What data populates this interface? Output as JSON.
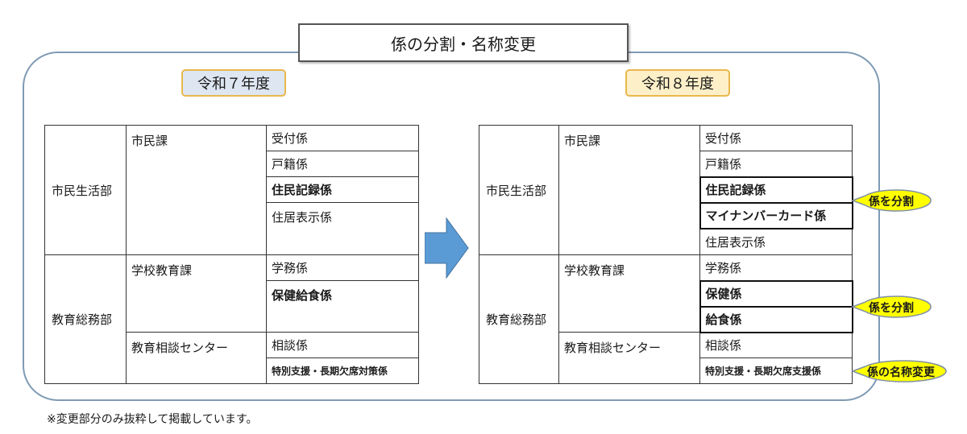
{
  "title": "係の分割・名称変更",
  "before_label": "令和７年度",
  "after_label": "令和８年度",
  "before": {
    "dept1": "市民生活部",
    "dept2": "教育総務部",
    "sec1": "市民課",
    "sec2": "学校教育課",
    "sec3": "教育相談センター",
    "rows": [
      "受付係",
      "戸籍係",
      "住民記録係",
      "住居表示係",
      "学務係",
      "保健給食係",
      "相談係",
      "特別支援・長期欠席対策係"
    ]
  },
  "after": {
    "dept1": "市民生活部",
    "dept2": "教育総務部",
    "sec1": "市民課",
    "sec2": "学校教育課",
    "sec3": "教育相談センター",
    "rows": [
      "受付係",
      "戸籍係",
      "住民記録係",
      "マイナンバーカード係",
      "住居表示係",
      "学務係",
      "保健係",
      "給食係",
      "相談係",
      "特別支援・長期欠席支援係"
    ]
  },
  "callouts": [
    "係を分割",
    "係を分割",
    "係の名称変更"
  ],
  "colors": {
    "frame": "#7f9ab4",
    "arrow": "#5b9bd5",
    "callout_fill": "#ffff00",
    "callout_border": "#7f8fa6",
    "before_label_bg": "#dee6f1",
    "after_label_bg": "#fdefc8"
  },
  "footnote": "※変更部分のみ抜粋して掲載しています。"
}
